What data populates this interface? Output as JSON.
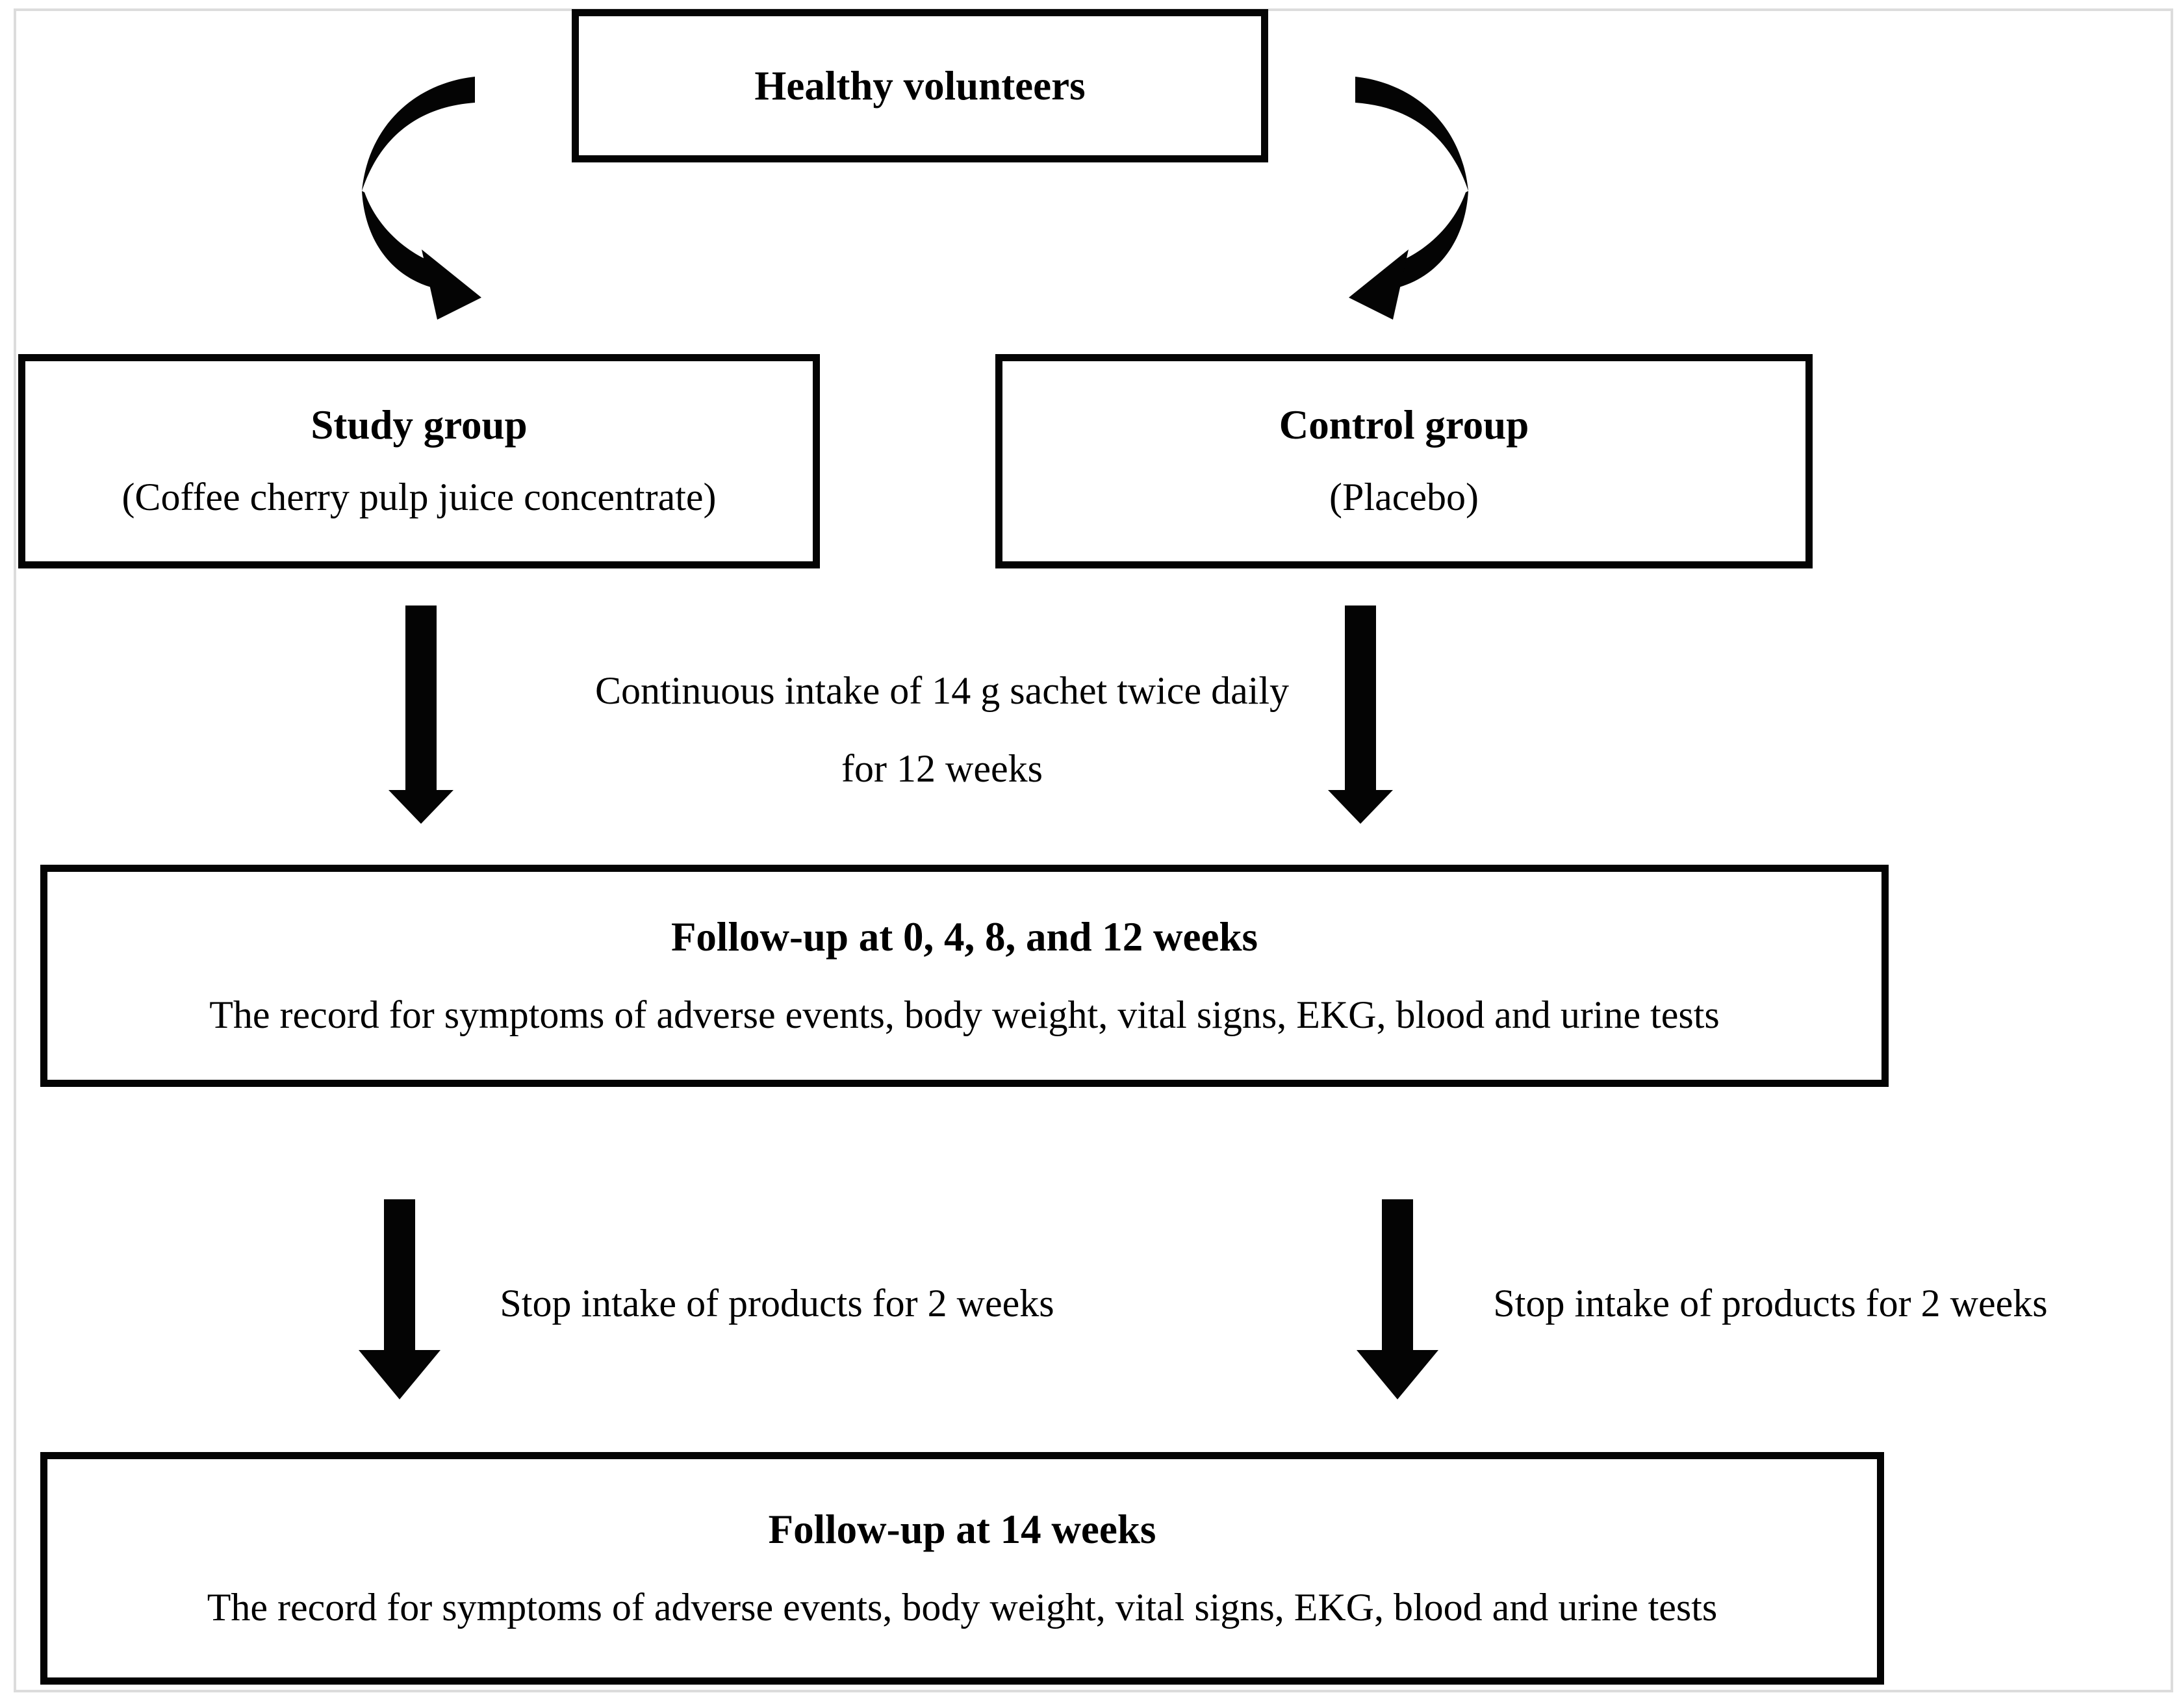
{
  "figure": {
    "colors": {
      "ink": "#040404",
      "background": "#ffffff",
      "frame": "#dcdcdc"
    }
  },
  "flow": {
    "healthy_box": {
      "title": "Healthy volunteers"
    },
    "study_box": {
      "title": "Study group",
      "subtitle": "(Coffee cherry pulp juice concentrate)"
    },
    "control_box": {
      "title": "Control group",
      "subtitle": "(Placebo)"
    },
    "intake_note": {
      "line1": "Continuous intake of 14 g sachet twice daily",
      "line2": "for 12 weeks"
    },
    "followup_12w_box": {
      "title": "Follow-up at 0, 4, 8, and 12 weeks",
      "detail": "The record for symptoms of adverse events, body weight, vital signs, EKG, blood and urine tests"
    },
    "stop_note_left": {
      "text": "Stop intake of products for 2 weeks"
    },
    "stop_note_right": {
      "text": "Stop intake of products for 2 weeks"
    },
    "followup_14w_box": {
      "title": "Follow-up at 14 weeks",
      "detail": "The record for symptoms of adverse events, body weight, vital signs, EKG, blood and urine tests"
    }
  },
  "icons": {
    "curved_arrow_left": "curved-split-arrow-to-study-group",
    "curved_arrow_right": "curved-split-arrow-to-control-group",
    "down_arrow": "block-arrow-down"
  }
}
